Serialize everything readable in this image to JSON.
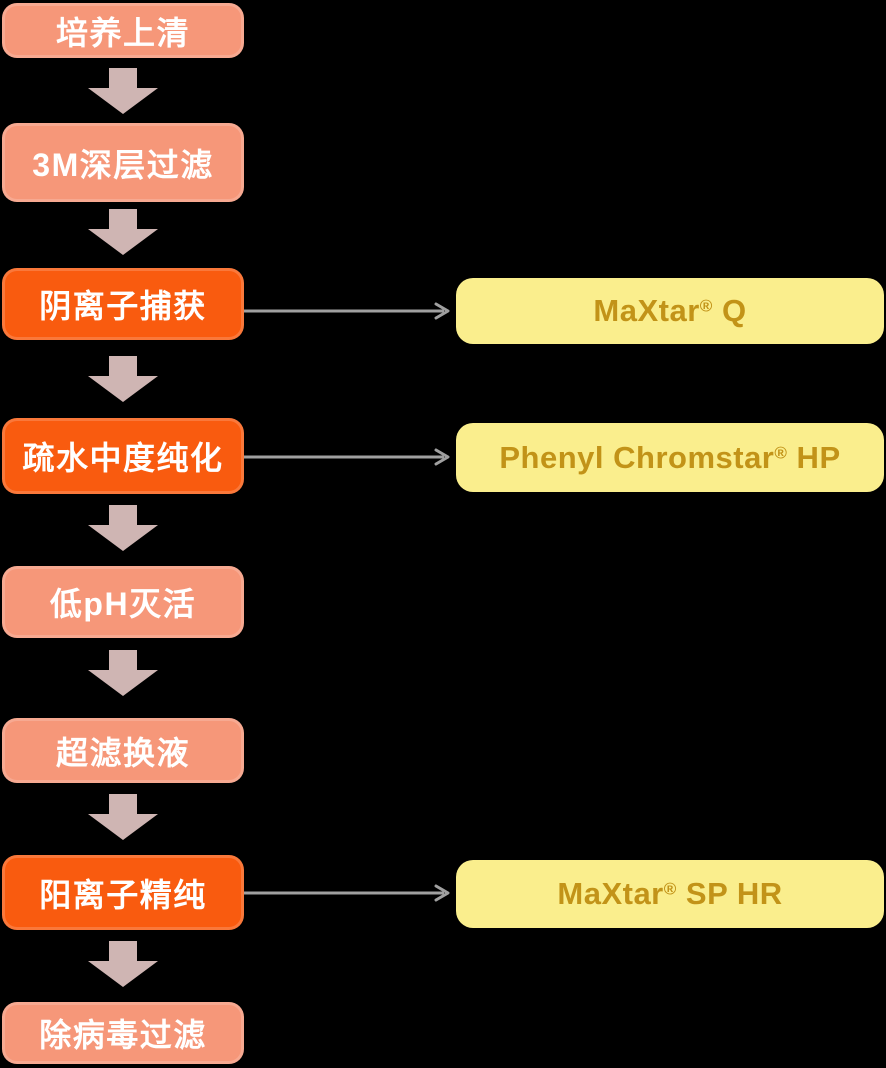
{
  "palette": {
    "background": "#000000",
    "step_salmon": "#F69779",
    "step_dark_orange": "#F95B0F",
    "step_text": "#FFFFFF",
    "product_yellow": "#FAEE8D",
    "product_text_gold": "#C29318",
    "down_arrow_mauve": "#CFB5B3",
    "connector_gray": "#A0A0A0"
  },
  "flow": {
    "steps": [
      {
        "label": "培养上清",
        "style": "salmon"
      },
      {
        "label": "3M深层过滤",
        "style": "salmon"
      },
      {
        "label": "阴离子捕获",
        "style": "dark"
      },
      {
        "label": "疏水中度纯化",
        "style": "dark"
      },
      {
        "label": "低pH灭活",
        "style": "salmon"
      },
      {
        "label": "超滤换液",
        "style": "salmon"
      },
      {
        "label": "阳离子精纯",
        "style": "dark"
      },
      {
        "label": "除病毒过滤",
        "style": "salmon"
      }
    ],
    "products": [
      {
        "pre": "MaXtar",
        "reg": "®",
        "post": " Q",
        "linked_step": "阴离子捕获"
      },
      {
        "pre": "Phenyl Chromstar",
        "reg": "®",
        "post": " HP",
        "linked_step": "疏水中度纯化"
      },
      {
        "pre": "MaXtar",
        "reg": "®",
        "post": " SP HR",
        "linked_step": "阳离子精纯"
      }
    ]
  }
}
